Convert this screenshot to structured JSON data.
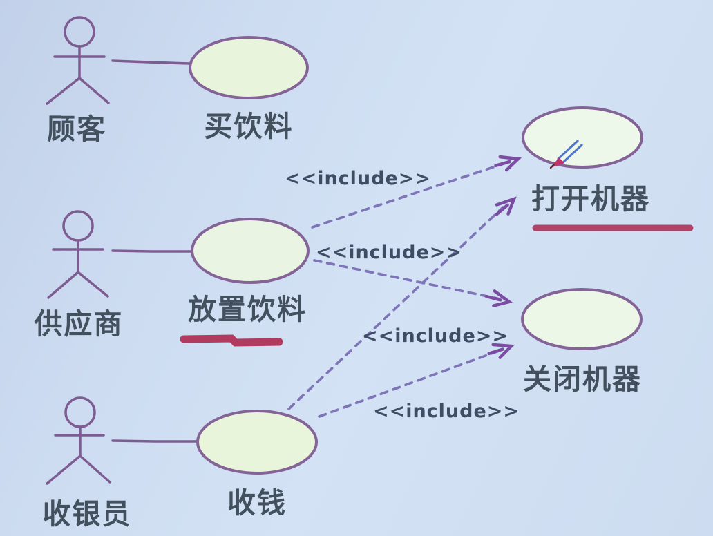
{
  "diagram_type": "uml-use-case-diagram",
  "actors": [
    {
      "label": "顾客"
    },
    {
      "label": "供应商"
    },
    {
      "label": "收银员"
    }
  ],
  "use_cases": [
    {
      "label": "买饮料"
    },
    {
      "label": "放置饮料"
    },
    {
      "label": "收钱"
    },
    {
      "label": "打开机器"
    },
    {
      "label": "关闭机器"
    }
  ],
  "includes": [
    {
      "label": "<<include>>",
      "from": "放置饮料",
      "to": "打开机器"
    },
    {
      "label": "<<include>>",
      "from": "放置饮料",
      "to": "关闭机器"
    },
    {
      "label": "<<include>>",
      "from": "收钱",
      "to": "打开机器"
    },
    {
      "label": "<<include>>",
      "from": "收钱",
      "to": "关闭机器"
    }
  ],
  "annotations": {
    "underlined_labels": [
      "放置饮料",
      "打开机器"
    ],
    "pen_cursor_on": "打开机器"
  },
  "colors": {
    "background": "#cddcf1",
    "shape_stroke": "#7d5c92",
    "ellipse_fill_left": "#e8f4dc",
    "ellipse_fill_right": "#edf7ea",
    "label_text": "#43505e",
    "include_text": "#3e4d63",
    "dashed_line": "#7e74b8",
    "arrowhead": "#7a4da2",
    "underline": "#b13a5f",
    "pen_body": "#4f76cc",
    "pen_tip": "#c2336b"
  }
}
